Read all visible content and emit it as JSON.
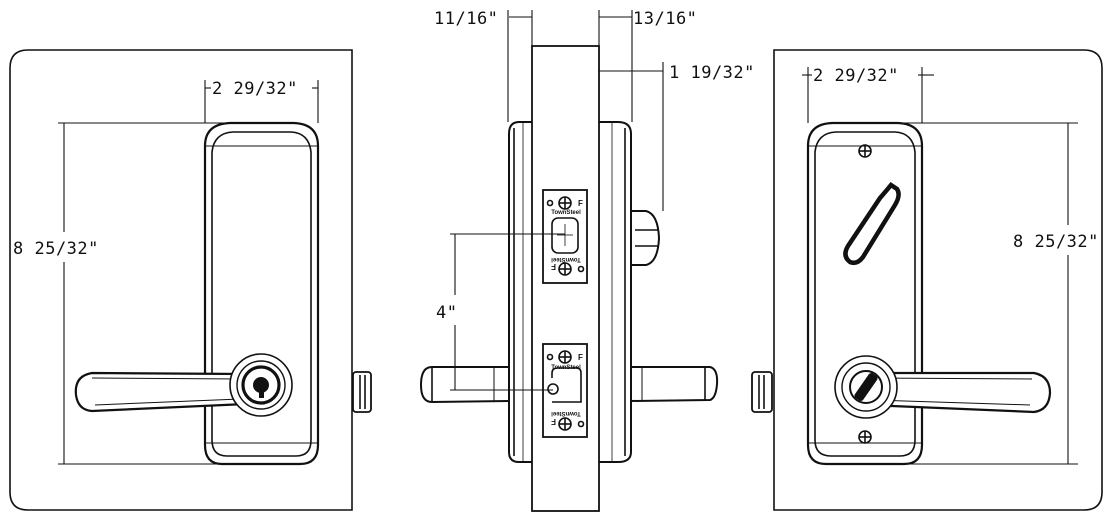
{
  "colors": {
    "line": "#111111",
    "background": "#ffffff"
  },
  "dimensions": {
    "front_width": "2 29/32\"",
    "front_height": "8 25/32\"",
    "back_width": "2 29/32\"",
    "back_height": "8 25/32\"",
    "side_left_thickness": "11/16\"",
    "side_right_thickness": "13/16\"",
    "side_projection": "1 19/32\"",
    "backset": "4\""
  },
  "labels": {
    "brand_mark": "TownSteel",
    "faceplate_letter": "F"
  },
  "icons": {
    "key_cylinder": "key-cylinder-icon",
    "thumb_turn": "thumb-turn-icon",
    "screw": "screw-icon",
    "indicator": "indicator-icon"
  }
}
